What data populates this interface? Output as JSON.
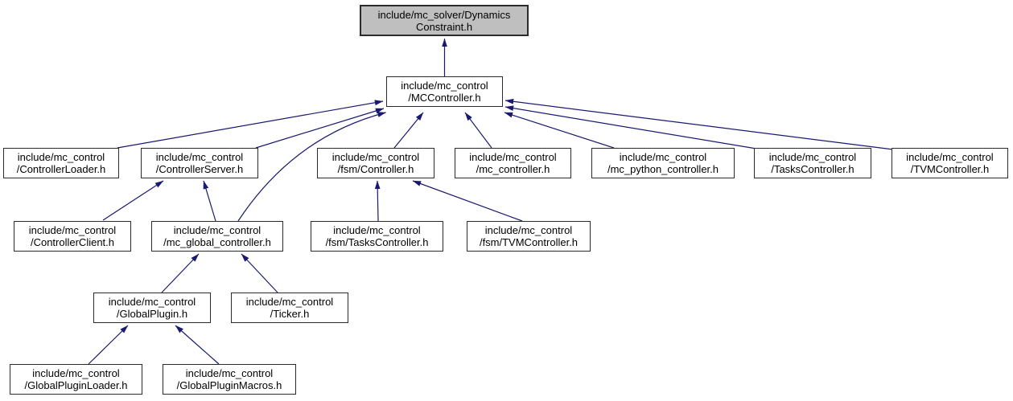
{
  "diagram": {
    "kind": "include-dependency-graph",
    "root_file": "include/mc_solver/DynamicsConstraint.h",
    "colors": {
      "edge": "#191970",
      "node_fill": "#ffffff",
      "node_border": "#2b2b2b",
      "highlight_fill": "#bfbfbf",
      "background": "#ffffff",
      "text": "#000000"
    },
    "nodes": [
      {
        "id": "dynamics-constraint",
        "line1": "include/mc_solver/Dynamics",
        "line2": "Constraint.h",
        "highlight": true
      },
      {
        "id": "mccontroller",
        "line1": "include/mc_control",
        "line2": "/MCController.h",
        "highlight": false
      },
      {
        "id": "controller-loader",
        "line1": "include/mc_control",
        "line2": "/ControllerLoader.h",
        "highlight": false
      },
      {
        "id": "controller-server",
        "line1": "include/mc_control",
        "line2": "/ControllerServer.h",
        "highlight": false
      },
      {
        "id": "fsm-controller",
        "line1": "include/mc_control",
        "line2": "/fsm/Controller.h",
        "highlight": false
      },
      {
        "id": "mc-controller",
        "line1": "include/mc_control",
        "line2": "/mc_controller.h",
        "highlight": false
      },
      {
        "id": "mc-python-controller",
        "line1": "include/mc_control",
        "line2": "/mc_python_controller.h",
        "highlight": false
      },
      {
        "id": "tasks-controller",
        "line1": "include/mc_control",
        "line2": "/TasksController.h",
        "highlight": false
      },
      {
        "id": "tvm-controller",
        "line1": "include/mc_control",
        "line2": "/TVMController.h",
        "highlight": false
      },
      {
        "id": "controller-client",
        "line1": "include/mc_control",
        "line2": "/ControllerClient.h",
        "highlight": false
      },
      {
        "id": "mc-global-controller",
        "line1": "include/mc_control",
        "line2": "/mc_global_controller.h",
        "highlight": false
      },
      {
        "id": "fsm-tasks-controller",
        "line1": "include/mc_control",
        "line2": "/fsm/TasksController.h",
        "highlight": false
      },
      {
        "id": "fsm-tvm-controller",
        "line1": "include/mc_control",
        "line2": "/fsm/TVMController.h",
        "highlight": false
      },
      {
        "id": "global-plugin",
        "line1": "include/mc_control",
        "line2": "/GlobalPlugin.h",
        "highlight": false
      },
      {
        "id": "ticker",
        "line1": "include/mc_control",
        "line2": "/Ticker.h",
        "highlight": false
      },
      {
        "id": "global-plugin-loader",
        "line1": "include/mc_control",
        "line2": "/GlobalPluginLoader.h",
        "highlight": false
      },
      {
        "id": "global-plugin-macros",
        "line1": "include/mc_control",
        "line2": "/GlobalPluginMacros.h",
        "highlight": false
      }
    ],
    "edges": [
      {
        "from": "mccontroller",
        "to": "dynamics-constraint"
      },
      {
        "from": "controller-loader",
        "to": "mccontroller"
      },
      {
        "from": "controller-server",
        "to": "mccontroller"
      },
      {
        "from": "mc-global-controller",
        "to": "mccontroller"
      },
      {
        "from": "fsm-controller",
        "to": "mccontroller"
      },
      {
        "from": "mc-controller",
        "to": "mccontroller"
      },
      {
        "from": "mc-python-controller",
        "to": "mccontroller"
      },
      {
        "from": "tasks-controller",
        "to": "mccontroller"
      },
      {
        "from": "tvm-controller",
        "to": "mccontroller"
      },
      {
        "from": "controller-client",
        "to": "controller-server"
      },
      {
        "from": "mc-global-controller",
        "to": "controller-server"
      },
      {
        "from": "fsm-tasks-controller",
        "to": "fsm-controller"
      },
      {
        "from": "fsm-tvm-controller",
        "to": "fsm-controller"
      },
      {
        "from": "global-plugin",
        "to": "mc-global-controller"
      },
      {
        "from": "ticker",
        "to": "mc-global-controller"
      },
      {
        "from": "global-plugin-loader",
        "to": "global-plugin"
      },
      {
        "from": "global-plugin-macros",
        "to": "global-plugin"
      }
    ]
  }
}
